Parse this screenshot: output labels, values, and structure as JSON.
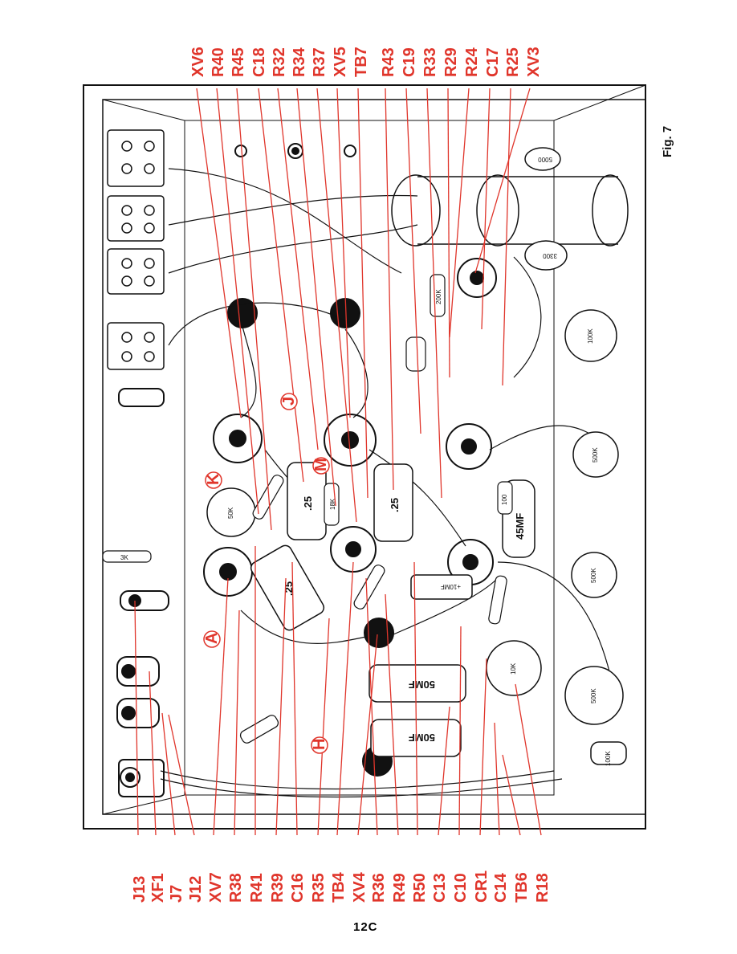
{
  "figure": {
    "caption": "Fig. 7",
    "page_number": "12C"
  },
  "colors": {
    "callout": "#e0352b",
    "ink": "#111111",
    "board": "#ffffff"
  },
  "top_labels": [
    "XV6",
    "R40",
    "R45",
    "C18",
    "R32",
    "R34",
    "R37",
    "XV5",
    "TB7",
    "R43",
    "C19",
    "R33",
    "R29",
    "R24",
    "C17",
    "R25",
    "XV3"
  ],
  "bottom_labels": [
    "J13",
    "XF1",
    "J7",
    "J12",
    "XV7",
    "R38",
    "R41",
    "R39",
    "C16",
    "R35",
    "TB4",
    "XV4",
    "R36",
    "R49",
    "R50",
    "C13",
    "C10",
    "CR1",
    "C14",
    "TB6",
    "R18"
  ],
  "circle_markers": [
    "A",
    "K",
    "J",
    "H",
    "M"
  ],
  "component_values": {
    "cap_50mf_a": "50MF",
    "cap_50mf_b": "50MF",
    "cap_10mf": "+10MF",
    "cap_45mf": "45MF",
    "cap_25_a": ".25",
    "cap_25_b": ".25",
    "cap_25_c": ".25",
    "pot_10k": "10K",
    "pot_50k": "50K",
    "pot_100k": "100K",
    "pot_500k_a": "500K",
    "pot_500k_b": "500K",
    "pot_100k_b": "100K",
    "cer_5000": "5000",
    "cer_3300": "3300",
    "res_3k": "3K",
    "res_18k": "18K",
    "res_200k": "200K",
    "res_100": "100"
  }
}
